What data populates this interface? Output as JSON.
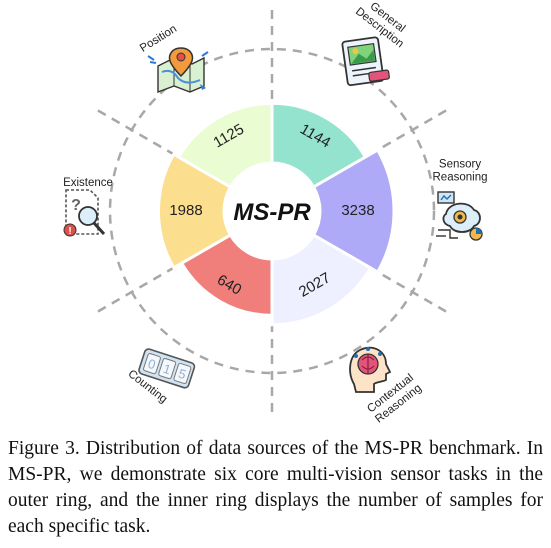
{
  "chart_data": {
    "type": "pie",
    "center_label": "MS-PR",
    "categories": [
      "General Description",
      "Sensory Reasoning",
      "Contextual Reasoning",
      "Counting",
      "Existence",
      "Position"
    ],
    "values": [
      1144,
      3238,
      2027,
      640,
      1988,
      1125
    ],
    "value_labels": [
      "1144",
      "3238",
      "2027",
      "640",
      "1988",
      "1125"
    ],
    "outer_labels": [
      {
        "lines": [
          "General",
          "Description"
        ],
        "icon": "document-image-icon"
      },
      {
        "lines": [
          "Sensory",
          "Reasoning"
        ],
        "icon": "sensor-brain-icon"
      },
      {
        "lines": [
          "Contextual",
          "Reasoning"
        ],
        "icon": "head-brain-icon"
      },
      {
        "lines": [
          "Counting"
        ],
        "icon": "counter-icon"
      },
      {
        "lines": [
          "Existence"
        ],
        "icon": "magnify-document-icon"
      },
      {
        "lines": [
          "Position"
        ],
        "icon": "map-pin-icon"
      }
    ],
    "colors": [
      "#93e3cf",
      "#afaaf7",
      "#eeefff",
      "#f07f7c",
      "#fbde8e",
      "#eafcd1"
    ]
  },
  "caption": {
    "label": "Figure 3.",
    "text": "Distribution of data sources of the MS-PR benchmark. In MS-PR, we demonstrate six core multi-vision sensor tasks in the outer ring, and the inner ring displays the number of samples for each specific task."
  }
}
